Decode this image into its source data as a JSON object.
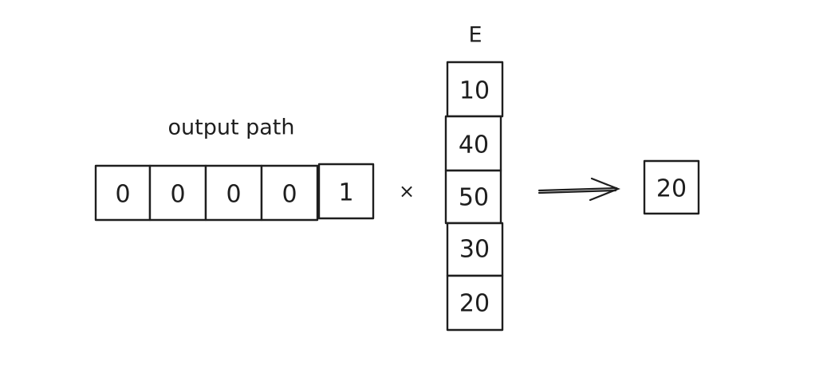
{
  "output_path": {
    "label": "output path",
    "cells": [
      "0",
      "0",
      "0",
      "0",
      "1"
    ]
  },
  "operator": "×",
  "embedding": {
    "label": "E",
    "cells": [
      "10",
      "40",
      "50",
      "30",
      "20"
    ]
  },
  "result": {
    "cells": [
      "20"
    ]
  },
  "colors": {
    "stroke": "#1e1e1e",
    "background": "#ffffff"
  }
}
